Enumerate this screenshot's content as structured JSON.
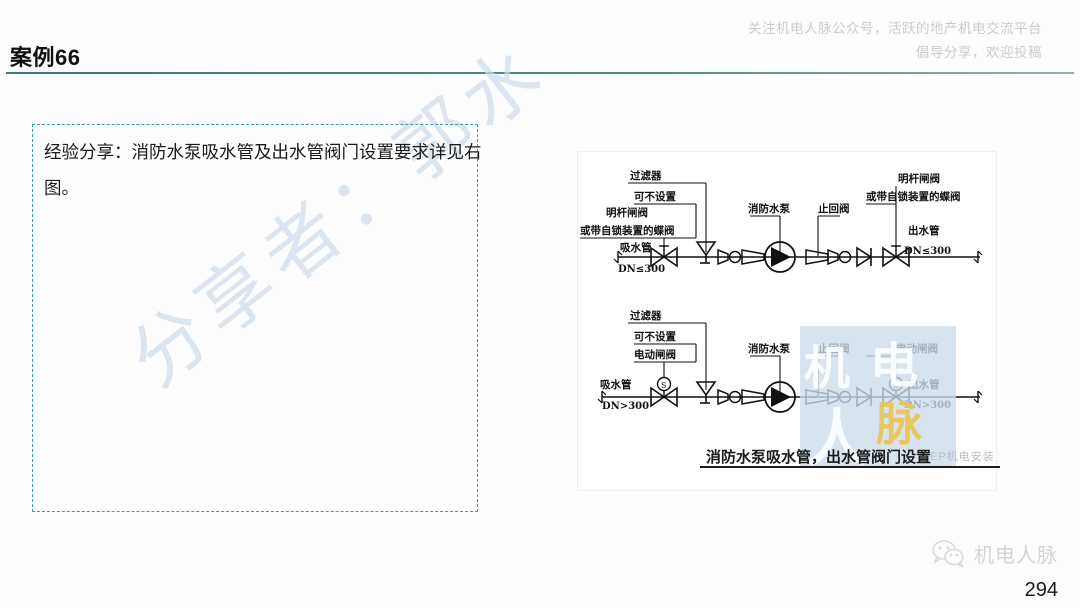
{
  "header": {
    "note_line1": "关注机电人脉公众号，活跃的地产机电交流平台",
    "note_line2": "倡导分享，欢迎投稿",
    "title": "案例66",
    "rule_color": "#2f7d77"
  },
  "textbox": {
    "body": "经验分享：消防水泵吸水管及出水管阀门设置要求详见右图。",
    "border_color": "#2fa3a0"
  },
  "watermarks": {
    "diagonal": "分享者：郭水",
    "diagonal_color": "#cfdcea",
    "block_chars": {
      "ji": "机",
      "dian": "电",
      "ren": "人",
      "mai": "脉"
    },
    "block_color": "#ccdcec",
    "ep_text": "EP机电安装"
  },
  "diagram": {
    "caption": "消防水泵吸水管，出水管阀门设置",
    "rows": [
      {
        "id": "row-dn-le-300",
        "labels": {
          "strainer": "过滤器",
          "optional": "可不设置",
          "inlet_valve_line1": "明杆闸阀",
          "inlet_valve_line2": "或带自锁装置的蝶阀",
          "suction_pipe": "吸水管",
          "suction_dn": "DN≤300",
          "pump": "消防水泵",
          "check_valve": "止回阀",
          "outlet_valve_line1": "明杆闸阀",
          "outlet_valve_line2": "或带自锁装置的蝶阀",
          "discharge_pipe": "出水管",
          "discharge_dn": "DN≤300"
        }
      },
      {
        "id": "row-dn-gt-300",
        "labels": {
          "strainer": "过滤器",
          "optional": "可不设置",
          "inlet_valve_line1": "电动闸阀",
          "suction_pipe": "吸水管",
          "suction_dn": "DN>300",
          "pump": "消防水泵",
          "check_valve": "止回阀",
          "outlet_valve_line1": "电动闸阀",
          "discharge_pipe": "出水管",
          "discharge_dn": "DN>300",
          "actuator_symbol": "S"
        }
      }
    ]
  },
  "footer": {
    "brand": "机电人脉",
    "page_number": "294"
  }
}
